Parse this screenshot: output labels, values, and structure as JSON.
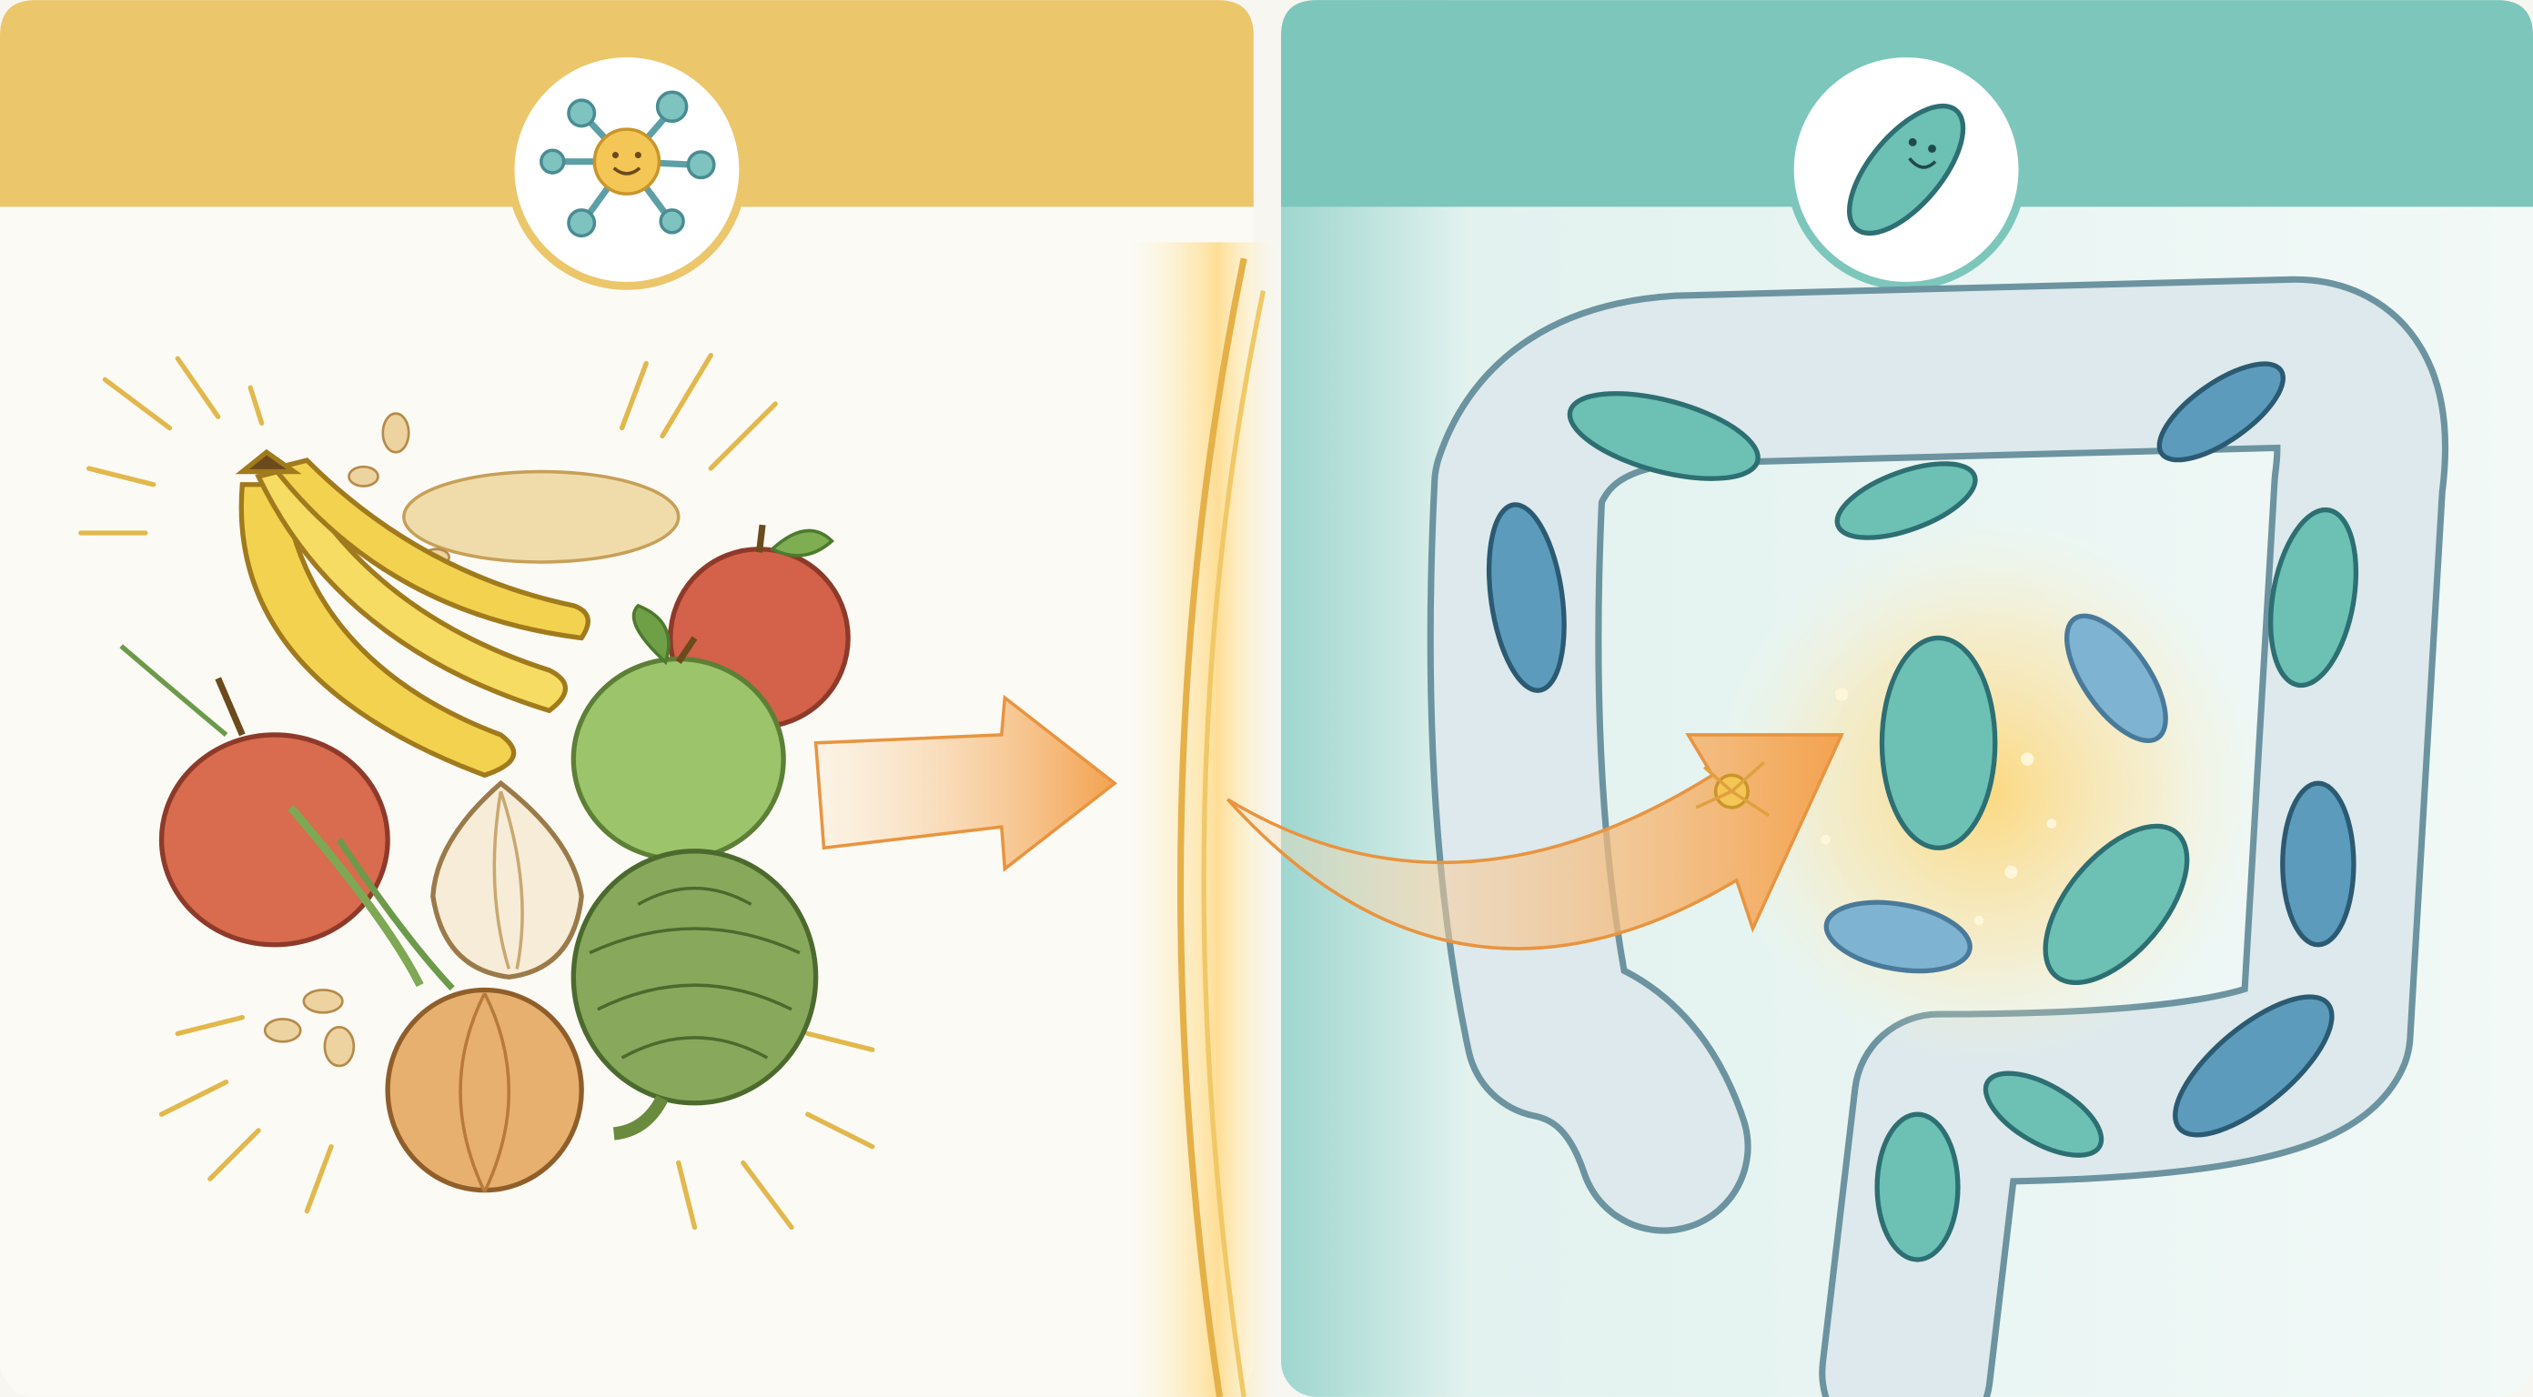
{
  "colors": {
    "left_header": "#ebc66b",
    "right_header": "#7dc6bb",
    "left_background": "#fbfaf4",
    "right_background": "#e3f2ef",
    "arrow": "#f2a24e",
    "glow": "#ffd36b",
    "colon_outline": "#6c93a0",
    "bacteria_teal": "#5fb8ad",
    "bacteria_blue": "#5c9bbb"
  },
  "icons": {
    "left_header_icon": "prebiotic-molecule-icon",
    "right_header_icon": "bacterium-icon"
  },
  "left_panel": {
    "foods": [
      "banana",
      "oats",
      "red-apple",
      "green-apple",
      "onion",
      "artichoke"
    ]
  },
  "right_panel": {
    "content": [
      "colon",
      "gut-bacteria"
    ]
  }
}
